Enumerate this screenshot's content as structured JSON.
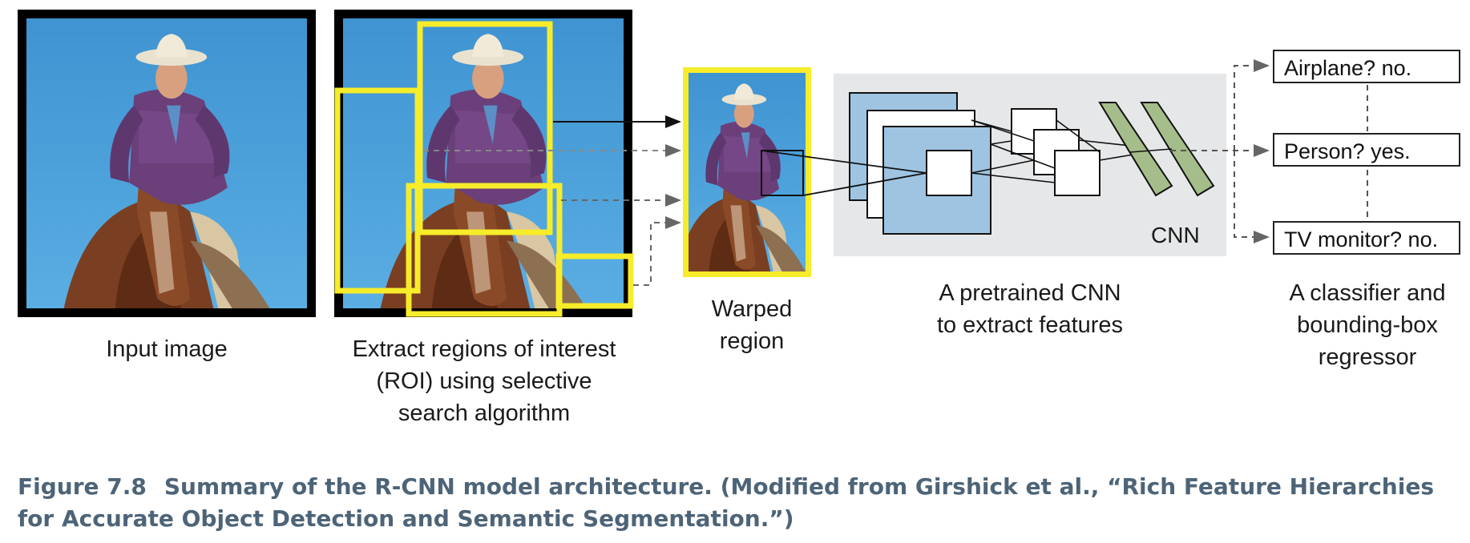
{
  "colors": {
    "roi_yellow": "#f7ec2a",
    "sky_blue": "#4a9fd8",
    "fmap_blue": "#9ec4e2",
    "fc_green": "#a5bd8a",
    "panel_gray": "#e6e7e8",
    "caption_slate": "#4d6478"
  },
  "stages": {
    "input": "Input image",
    "roi_line1": "Extract regions of interest",
    "roi_line2": "(ROI) using selective",
    "roi_line3": "search algorithm",
    "warped_line1": "Warped",
    "warped_line2": "region",
    "cnn_line1": "A pretrained CNN",
    "cnn_line2": "to extract features",
    "cls_line1": "A classifier and",
    "cls_line2": "bounding-box",
    "cls_line3": "regressor"
  },
  "cnn_label": "CNN",
  "classes": [
    "Airplane? no.",
    "Person? yes.",
    "TV monitor? no."
  ],
  "figure": {
    "number": "Figure 7.8",
    "line1": "Summary of the R-CNN model architecture. (Modified from Girshick et al., “Rich Feature Hierarchies",
    "line2": "for Accurate Object Detection and Semantic Segmentation.”)"
  }
}
